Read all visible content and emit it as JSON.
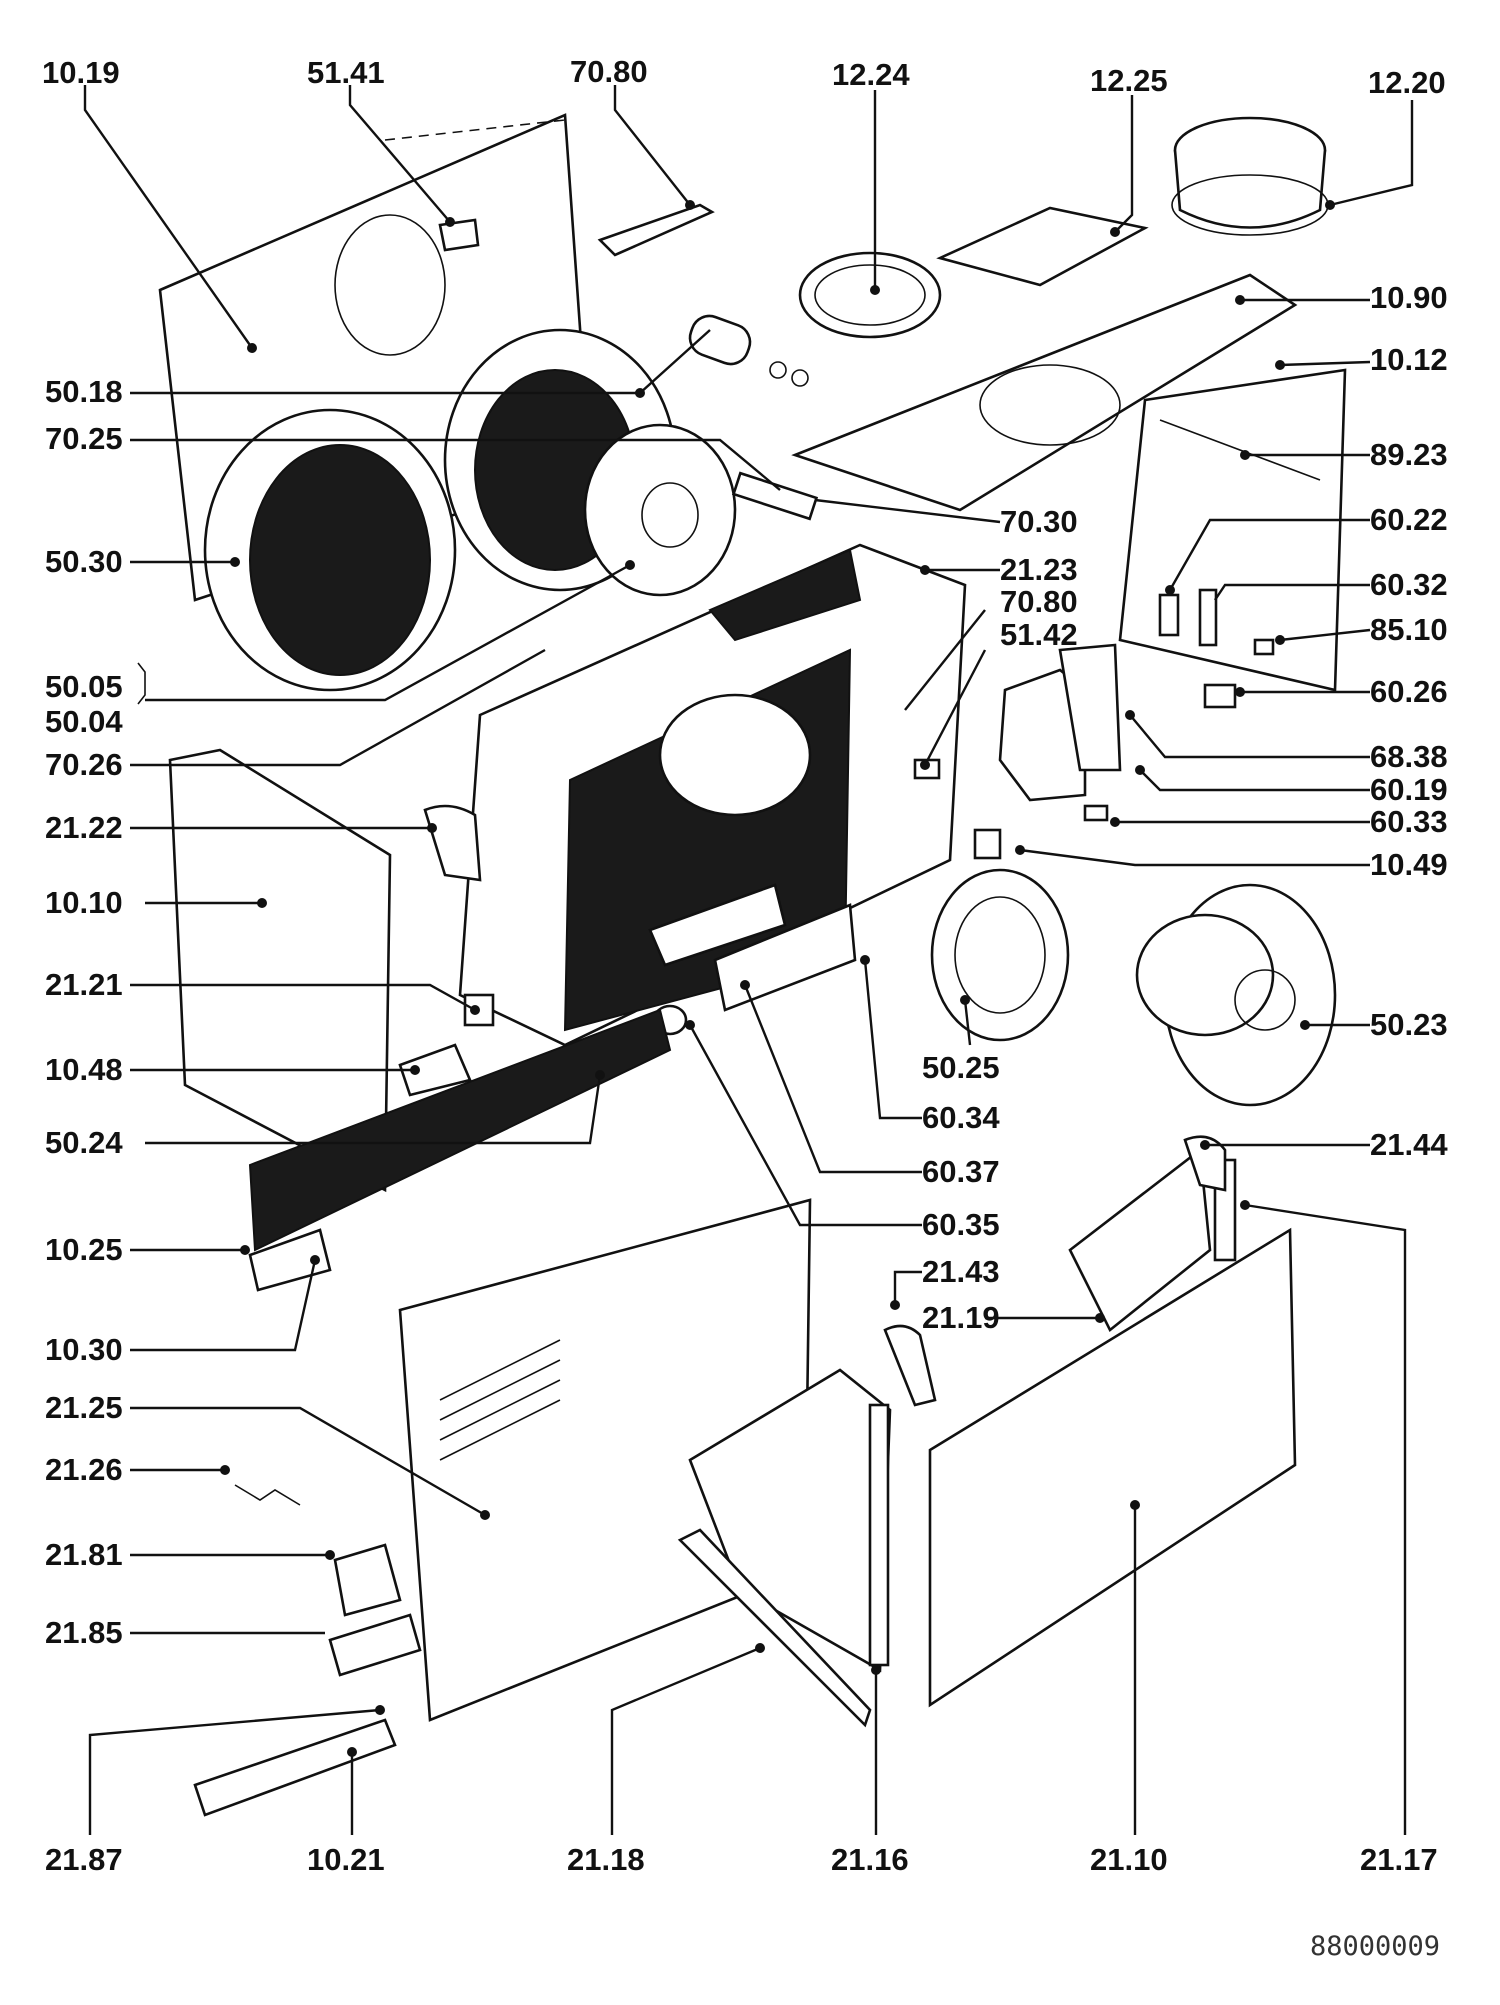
{
  "document": {
    "reference_code": "88000009"
  },
  "callouts": {
    "c1019": "10.19",
    "c5141": "51.41",
    "c7080a": "70.80",
    "c1224": "12.24",
    "c1225": "12.25",
    "c1220": "12.20",
    "c1090": "10.90",
    "c1012": "10.12",
    "c5018": "50.18",
    "c7025": "70.25",
    "c8923": "89.23",
    "c7030": "70.30",
    "c6022": "60.22",
    "c5030": "50.30",
    "c2123": "21.23",
    "c6032": "60.32",
    "c7080b": "70.80",
    "c5142": "51.42",
    "c8510": "85.10",
    "c5005": "50.05",
    "c5004": "50.04",
    "c6026": "60.26",
    "c7026": "70.26",
    "c6838": "68.38",
    "c6019": "60.19",
    "c2122": "21.22",
    "c6033": "60.33",
    "c1049": "10.49",
    "c1010": "10.10",
    "c2121": "21.21",
    "c5023": "50.23",
    "c5025": "50.25",
    "c1048": "10.48",
    "c6034": "60.34",
    "c5024": "50.24",
    "c2144": "21.44",
    "c6037": "60.37",
    "c6035": "60.35",
    "c1025": "10.25",
    "c2143": "21.43",
    "c2119": "21.19",
    "c1030": "10.30",
    "c2125": "21.25",
    "c2126": "21.26",
    "c2181": "21.81",
    "c2185": "21.85",
    "c2187": "21.87",
    "c1021": "10.21",
    "c2118": "21.18",
    "c2116": "21.16",
    "c2110": "21.10",
    "c2117": "21.17"
  }
}
